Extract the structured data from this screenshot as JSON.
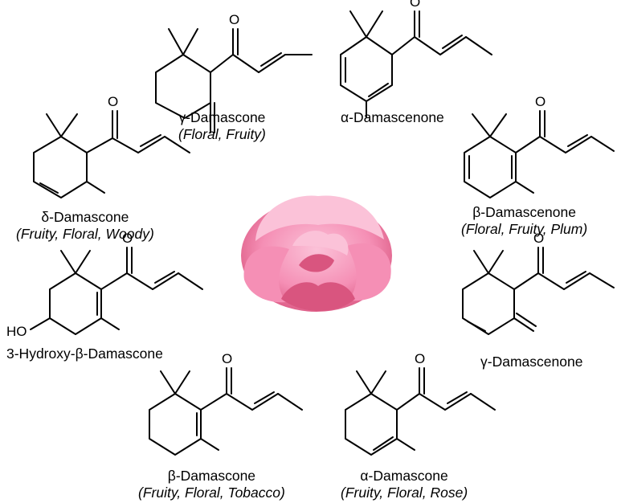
{
  "compounds": [
    {
      "id": "gamma-damascone",
      "name": "γ-Damascone",
      "descriptors": [
        "Floral",
        "Fruity"
      ]
    },
    {
      "id": "alpha-damascenone",
      "name": "α-Damascenone",
      "descriptors": []
    },
    {
      "id": "delta-damascone",
      "name": "δ-Damascone",
      "descriptors": [
        "Fruity",
        "Floral",
        "Woody"
      ]
    },
    {
      "id": "beta-damascenone",
      "name": "β-Damascenone",
      "descriptors": [
        "Floral",
        "Fruity",
        "Plum"
      ]
    },
    {
      "id": "3-hydroxy-beta-damascone",
      "name": "3-Hydroxy-β-Damascone",
      "descriptors": []
    },
    {
      "id": "gamma-damascenone",
      "name": "γ-Damascenone",
      "descriptors": []
    },
    {
      "id": "beta-damascone",
      "name": "β-Damascone",
      "descriptors": [
        "Fruity",
        "Floral",
        "Tobacco"
      ]
    },
    {
      "id": "alpha-damascone",
      "name": "α-Damascone",
      "descriptors": [
        "Fruity",
        "Floral",
        "Rose"
      ]
    }
  ],
  "atoms": {
    "carbonyl_oxygen": "O",
    "hydroxyl": "HO"
  },
  "image": {
    "name": "rose",
    "colors": {
      "petal": "#f58fb5",
      "petal_light": "#fbc2d8",
      "petal_dark": "#d9557f"
    }
  }
}
